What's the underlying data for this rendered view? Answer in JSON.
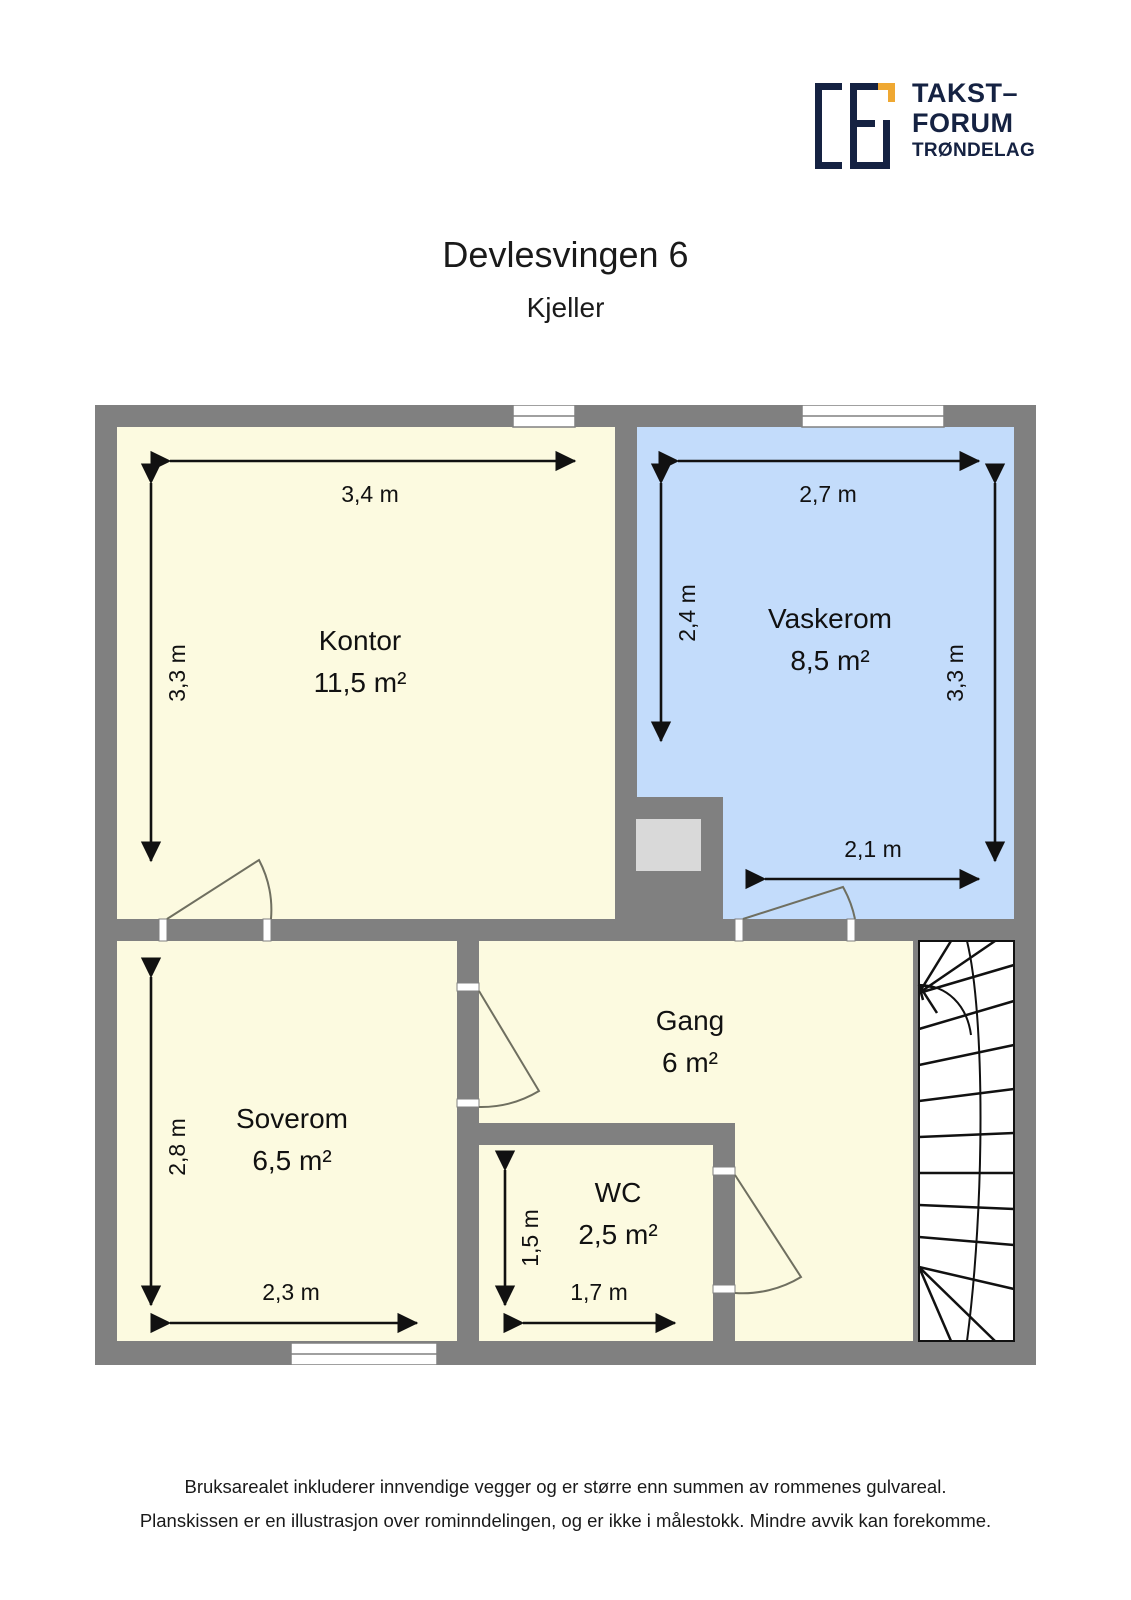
{
  "logo": {
    "mark_name": "takst-forum-floorplan-logo-mark",
    "line1": "TAKST–",
    "line2": "FORUM",
    "line3": "TRØNDELAG",
    "navy": "#152242",
    "amber": "#efa832"
  },
  "header": {
    "title": "Devlesvingen 6",
    "subtitle": "Kjeller"
  },
  "colors": {
    "wall": "#808080",
    "room_fill": "#fcfae0",
    "wet_room_fill": "#c3dcfb",
    "shaft_fill": "#d9d9d9",
    "window": "#ffffff",
    "stair_line": "#111111"
  },
  "rooms": [
    {
      "name": "Kontor",
      "area": "11,5 m²",
      "fill": "#fcfae0"
    },
    {
      "name": "Vaskerom",
      "area": "8,5 m²",
      "fill": "#c3dcfb"
    },
    {
      "name": "Soverom",
      "area": "6,5 m²",
      "fill": "#fcfae0"
    },
    {
      "name": "Gang",
      "area": "6 m²",
      "fill": "#fcfae0"
    },
    {
      "name": "WC",
      "area": "2,5 m²",
      "fill": "#fcfae0"
    }
  ],
  "dimensions": {
    "kontor_width": "3,4 m",
    "kontor_height": "3,3 m",
    "vaskerom_top": "2,7 m",
    "vaskerom_left": "2,4 m",
    "vaskerom_right": "3,3 m",
    "vaskerom_bottom": "2,1 m",
    "soverom_height": "2,8 m",
    "soverom_width": "2,3 m",
    "wc_height": "1,5 m",
    "wc_width": "1,7 m"
  },
  "footer": {
    "line1": "Bruksarealet inkluderer innvendige vegger og er større enn summen av rommenes gulvareal.",
    "line2": "Planskissen er en illustrasjon over rominndelingen, og er ikke i målestokk. Mindre avvik kan forekomme."
  }
}
